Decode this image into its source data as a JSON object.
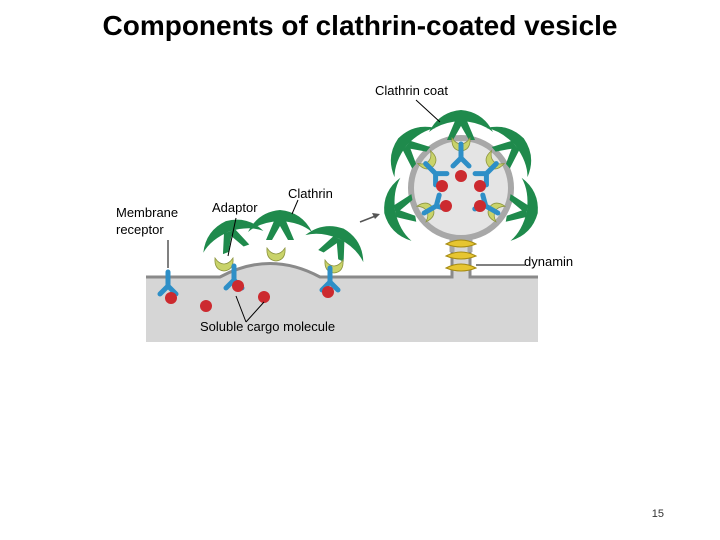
{
  "slide": {
    "title": "Components of clathrin-coated vesicle",
    "page_number": "15"
  },
  "labels": {
    "clathrin_coat": "Clathrin coat",
    "membrane_receptor_line1": "Membrane",
    "membrane_receptor_line2": "receptor",
    "adaptor": "Adaptor",
    "clathrin": "Clathrin",
    "dynamin": "dynamin",
    "soluble_cargo": "Soluble cargo molecule"
  },
  "colors": {
    "clathrin": "#1f8a4c",
    "adaptor": "#c9d36a",
    "receptor": "#2e8fc7",
    "cargo": "#cc2a2f",
    "dynamin": "#e6c531",
    "cytoplasm": "#d6d6d6",
    "membrane": "#8a8a8a"
  }
}
